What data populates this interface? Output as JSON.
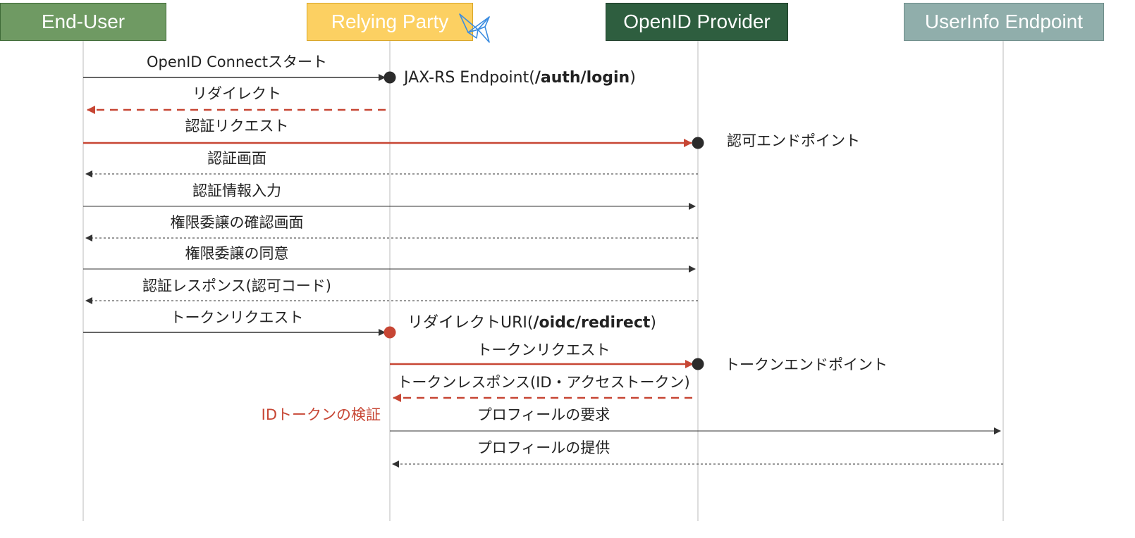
{
  "participants": [
    {
      "id": "end-user",
      "label": "End-User",
      "color": "#6f9a63",
      "border": "#3e6a36",
      "text": "#ffffff"
    },
    {
      "id": "relying-party",
      "label": "Relying Party",
      "color": "#fcd062",
      "border": "#d9a628",
      "text": "#ffffff"
    },
    {
      "id": "openid-provider",
      "label": "OpenID Provider",
      "color": "#2e5e3f",
      "border": "#1e3d29",
      "text": "#ffffff"
    },
    {
      "id": "userinfo-endpoint",
      "label": "UserInfo Endpoint",
      "color": "#90aeab",
      "border": "#6e8d8a",
      "text": "#ffffff"
    }
  ],
  "colors": {
    "accent_red": "#c74634",
    "line": "#333333",
    "lifeline": "#bbbbbb"
  },
  "messages": [
    {
      "label": "OpenID Connectスタート",
      "style": "solid-dark"
    },
    {
      "label": "リダイレクト",
      "style": "dashed-red"
    },
    {
      "label": "認証リクエスト",
      "style": "solid-red"
    },
    {
      "label": "認証画面",
      "style": "dotted"
    },
    {
      "label": "認証情報入力",
      "style": "solid-thin"
    },
    {
      "label": "権限委譲の確認画面",
      "style": "dotted"
    },
    {
      "label": "権限委譲の同意",
      "style": "solid-thin"
    },
    {
      "label": "認証レスポンス(認可コード)",
      "style": "dotted"
    },
    {
      "label": "トークンリクエスト",
      "style": "solid-dark"
    },
    {
      "label": "トークンリクエスト",
      "style": "solid-red"
    },
    {
      "label": "トークンレスポンス(ID・アクセストークン)",
      "style": "dashed-red"
    },
    {
      "label": "プロフィールの要求",
      "style": "solid-thin"
    },
    {
      "label": "プロフィールの提供",
      "style": "dotted"
    }
  ],
  "endpoints": [
    {
      "prefix": "JAX-RS Endpoint(",
      "bold": "/auth/login",
      "suffix": ")"
    },
    {
      "text": "認可エンドポイント"
    },
    {
      "prefix": "リダイレクトURI(",
      "bold": "/oidc/redirect",
      "suffix": ")"
    },
    {
      "text": "トークンエンドポイント"
    }
  ],
  "note": "IDトークンの検証",
  "logo_icon": "origami-bird-icon"
}
